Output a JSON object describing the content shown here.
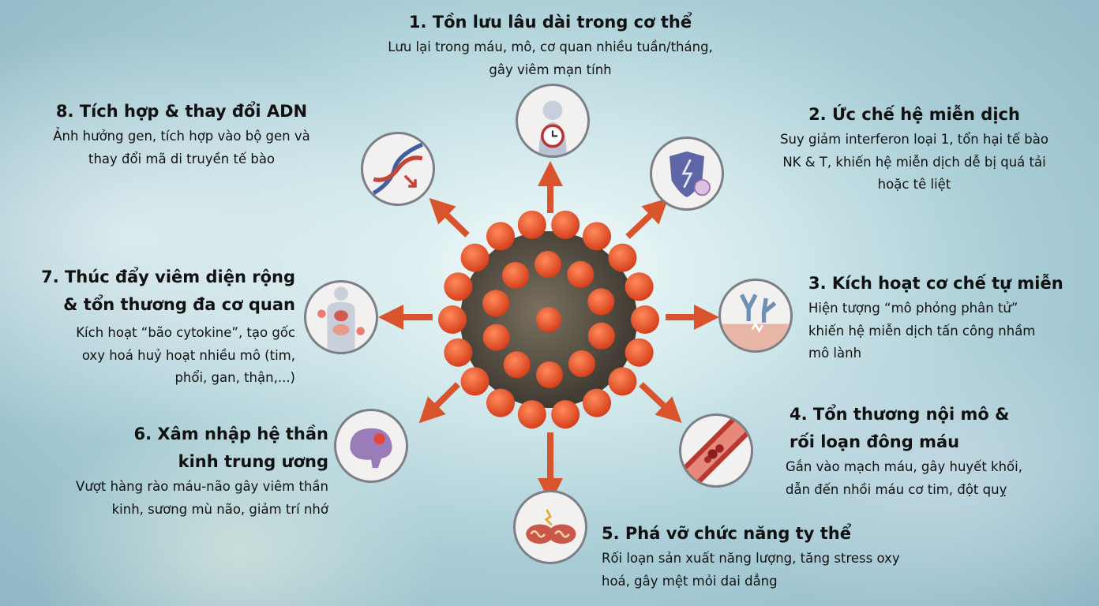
{
  "items": [
    {
      "title": "1. Tồn lưu lâu dài trong cơ thể",
      "desc": [
        "Lưu lại trong máu, mô, cơ quan nhiều tuần/tháng,",
        "gây viêm mạn tính"
      ],
      "icon": "body-clock-icon"
    },
    {
      "title": "2. Ức chế hệ miễn dịch",
      "desc": [
        "Suy giảm interferon loại 1, tổn hại tế bào",
        "NK & T, khiến hệ miễn dịch dễ bị quá tải",
        "hoặc tê liệt"
      ],
      "icon": "broken-shield-icon"
    },
    {
      "title": "3. Kích hoạt cơ chế tự miễn",
      "desc": [
        "Hiện tượng “mô phỏng phân tử”",
        "khiến hệ miễn dịch tấn công nhầm",
        "mô lành"
      ],
      "icon": "antibody-attack-icon"
    },
    {
      "title": [
        "4. Tổn thương nội mô &",
        "rối loạn đông máu"
      ],
      "desc": [
        "Gắn vào mạch máu, gây huyết khối,",
        "dẫn đến nhồi máu cơ tim, đột quỵ"
      ],
      "icon": "blood-vessel-clot-icon"
    },
    {
      "title": "5. Phá vỡ chức năng ty thể",
      "desc": [
        "Rối loạn sản xuất năng lượng, tăng stress oxy",
        "hoá, gây mệt mỏi dai dẳng"
      ],
      "icon": "broken-mitochondria-icon"
    },
    {
      "title": [
        "6. Xâm nhập hệ thần",
        "kinh trung ương"
      ],
      "desc": [
        "Vượt hàng rào máu-não gây viêm thần",
        "kinh, sương mù não, giảm trí nhớ"
      ],
      "icon": "brain-icon"
    },
    {
      "title": [
        "7. Thúc đẩy viêm diện rộng",
        "& tổn thương đa cơ quan"
      ],
      "desc": [
        "Kích hoạt “bão cytokine”, tạo gốc",
        "oxy hoá huỷ hoạt nhiều mô (tim,",
        "phổi, gan, thận,...)"
      ],
      "icon": "organs-inflammation-icon"
    },
    {
      "title": "8. Tích hợp & thay đổi ADN",
      "desc": [
        "Ảnh hưởng gen, tích hợp vào bộ gen và",
        "thay đổi mã di truyền tế bào"
      ],
      "icon": "dna-icon"
    }
  ],
  "colors": {
    "arrow": "#d9532c",
    "spike": "#ee5a2c",
    "virus_body": "#5b5548"
  }
}
